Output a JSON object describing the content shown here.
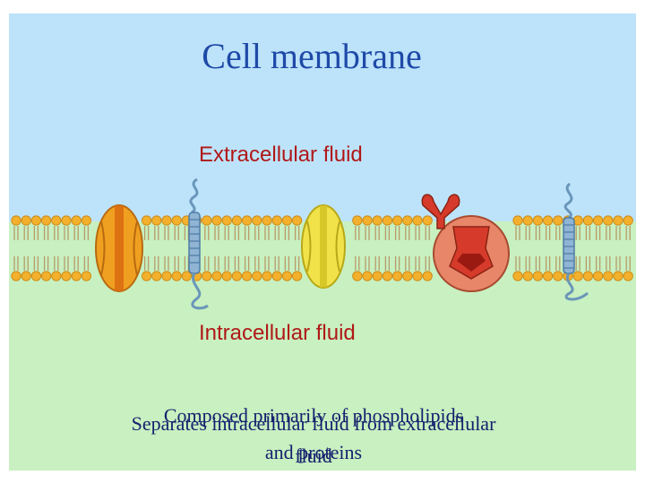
{
  "slide": {
    "title": "Cell membrane",
    "extracellular_label": "Extracellular fluid",
    "intracellular_label": "Intracellular fluid",
    "overlap_text_a_line1": "Composed primarily of phospholipids",
    "overlap_text_a_line2": "and proteins",
    "overlap_text_b_line1": "Separates intracellular fluid from extracellular",
    "overlap_text_b_line2": "fluid"
  },
  "colors": {
    "extracellular": "#bde3fa",
    "intracellular": "#c8f0c0",
    "title": "#1f4aa8",
    "fluid_label": "#b01818",
    "lipid_head": "#f2b02c",
    "orange_protein": "#f0a020",
    "yellow_protein": "#f2e24a",
    "channel_protein": "#e8866a",
    "receptor": "#d63a2a",
    "helix": "#6a96ba"
  },
  "icons": [
    "phospholipid-bilayer",
    "orange-channel-protein",
    "yellow-channel-protein",
    "receptor-protein",
    "transmembrane-helix"
  ]
}
